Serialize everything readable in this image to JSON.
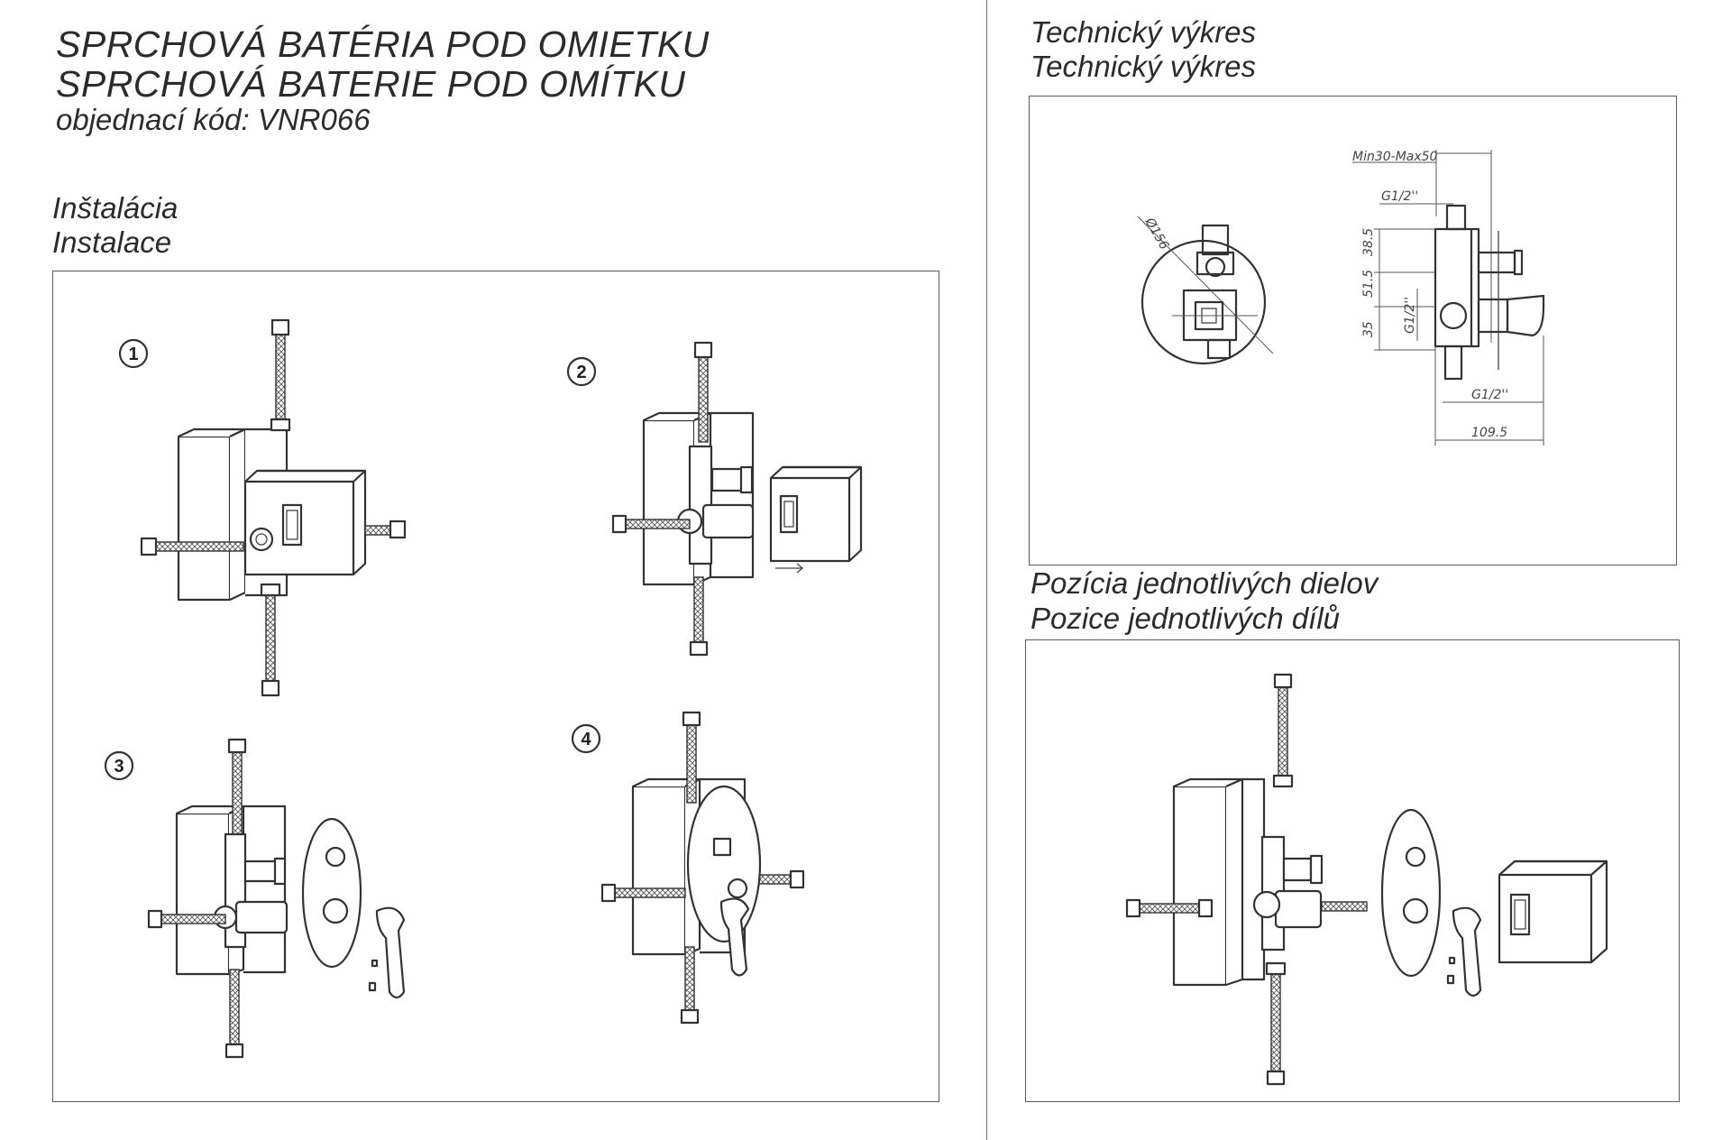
{
  "header": {
    "title_sk": "SPRCHOVÁ BATÉRIA POD OMIETKU",
    "title_cz": "SPRCHOVÁ BATERIE POD OMÍTKU",
    "order_code": "objednací kód: VNR066"
  },
  "installation": {
    "heading_sk": "Inštalácia",
    "heading_cz": "Instalace",
    "steps": [
      "1",
      "2",
      "3",
      "4"
    ]
  },
  "technical": {
    "heading_1": "Technický výkres",
    "heading_2": "Technický výkres",
    "dims": {
      "diameter": "Ø156",
      "min_max": "Min30-Max50",
      "g_top": "G1/2''",
      "g_side": "G1/2''",
      "g_bottom": "G1/2''",
      "d385": "38.5",
      "d515": "51.5",
      "d35": "35",
      "d1095": "109.5"
    }
  },
  "parts": {
    "heading_sk": "Pozícia jednotlivých dielov",
    "heading_cz": "Pozice jednotlivých dílů"
  }
}
